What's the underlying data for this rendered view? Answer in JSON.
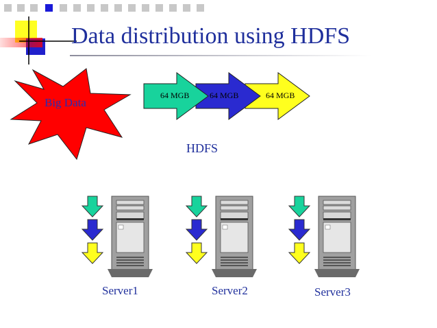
{
  "slide": {
    "title": "Data distribution using HDFS",
    "big_data_label": "Big Data",
    "hdfs_label": "HDFS"
  },
  "colors": {
    "title": "#1f2f9c",
    "burst": "#ff0000",
    "block_1": "#18d39c",
    "block_2": "#2a2ad0",
    "block_3": "#ffff1e",
    "server_body": "#9a9a9a"
  },
  "blocks": [
    {
      "label": "64 MGB",
      "color": "#18d39c"
    },
    {
      "label": "64 MGB",
      "color": "#2a2ad0"
    },
    {
      "label": "64 MGB",
      "color": "#ffff1e"
    }
  ],
  "servers": [
    {
      "label": "Server1"
    },
    {
      "label": "Server2"
    },
    {
      "label": "Server3"
    }
  ]
}
